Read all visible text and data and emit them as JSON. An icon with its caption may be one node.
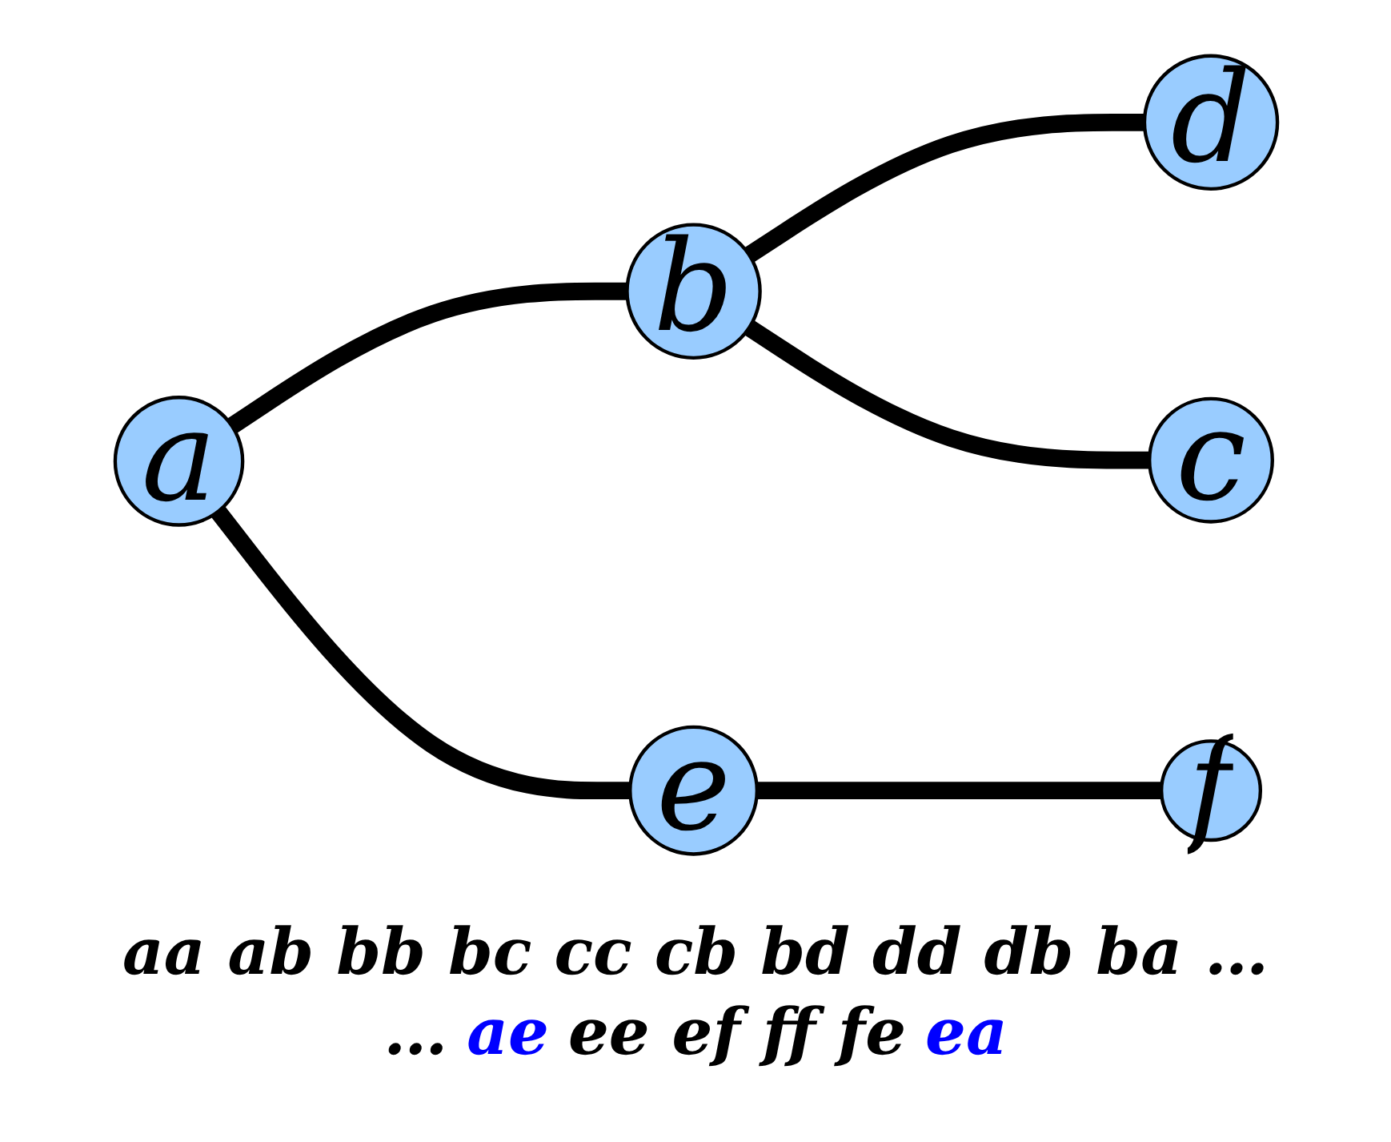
{
  "diagram": {
    "nodes": [
      {
        "text": [
          "a"
        ]
      },
      {
        "text": [
          "b"
        ]
      },
      {
        "text": [
          "d"
        ]
      },
      {
        "text": [
          "c"
        ]
      },
      {
        "text": [
          "e"
        ]
      },
      {
        "text": [
          "f"
        ]
      }
    ],
    "edges": [
      {
        "from": 0,
        "to": 1,
        "arrow": "none"
      },
      {
        "from": 1,
        "to": 2,
        "arrow": "none"
      },
      {
        "from": 1,
        "to": 3,
        "arrow": "none"
      },
      {
        "from": 0,
        "to": 4,
        "arrow": "none"
      },
      {
        "from": 4,
        "to": 5,
        "arrow": "none"
      }
    ],
    "labels": [
      "aa ab bb bc cc cb bd dd db ba …",
      "…",
      "ae",
      "ee ef ff fe",
      "ea"
    ]
  }
}
